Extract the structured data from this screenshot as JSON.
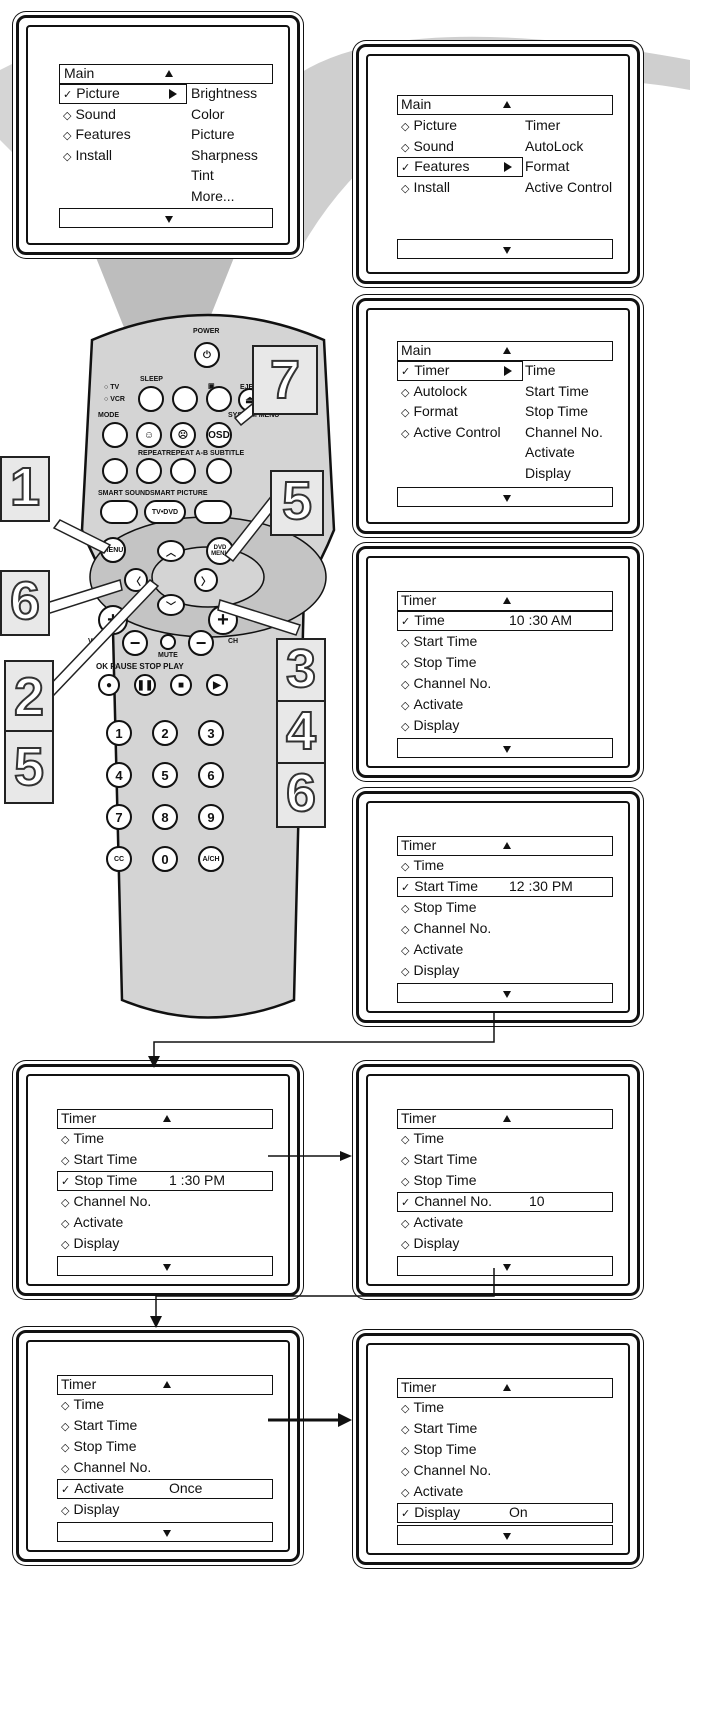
{
  "screen1": {
    "header": "Main",
    "items": [
      {
        "label": "Picture",
        "mark": "✓",
        "selected": true
      },
      {
        "label": "Sound",
        "mark": "◇",
        "selected": false
      },
      {
        "label": "Features",
        "mark": "◇",
        "selected": false
      },
      {
        "label": "Install",
        "mark": "◇",
        "selected": false
      }
    ],
    "sub": [
      "Brightness",
      "Color",
      "Picture",
      "Sharpness",
      "Tint",
      "More..."
    ]
  },
  "screen2": {
    "header": "Main",
    "items": [
      {
        "label": "Picture",
        "mark": "◇",
        "selected": false
      },
      {
        "label": "Sound",
        "mark": "◇",
        "selected": false
      },
      {
        "label": "Features",
        "mark": "✓",
        "selected": true
      },
      {
        "label": "Install",
        "mark": "◇",
        "selected": false
      }
    ],
    "sub": [
      "Timer",
      "AutoLock",
      "Format",
      "Active Control"
    ]
  },
  "screen3": {
    "header": "Main",
    "items": [
      {
        "label": "Timer",
        "mark": "✓",
        "selected": true
      },
      {
        "label": "Autolock",
        "mark": "◇",
        "selected": false
      },
      {
        "label": "Format",
        "mark": "◇",
        "selected": false
      },
      {
        "label": "Active Control",
        "mark": "◇",
        "selected": false
      }
    ],
    "sub": [
      "Time",
      "Start Time",
      "Stop Time",
      "Channel No.",
      "Activate",
      "Display"
    ]
  },
  "timer_screens": [
    {
      "header": "Timer",
      "selected_index": 0,
      "value": "10 :30 AM"
    },
    {
      "header": "Timer",
      "selected_index": 1,
      "value": "12 :30 PM"
    },
    {
      "header": "Timer",
      "selected_index": 2,
      "value": "1 :30 PM"
    },
    {
      "header": "Timer",
      "selected_index": 3,
      "value": "10"
    },
    {
      "header": "Timer",
      "selected_index": 4,
      "value": "Once"
    },
    {
      "header": "Timer",
      "selected_index": 5,
      "value": "On"
    }
  ],
  "timer_items": [
    "Time",
    "Start Time",
    "Stop Time",
    "Channel No.",
    "Activate",
    "Display"
  ],
  "steps": [
    "1",
    "6",
    "2",
    "5",
    "5",
    "7",
    "3",
    "4",
    "6"
  ],
  "remote": {
    "power": "POWER",
    "sleep": "SLEEP",
    "eject": "EJECT",
    "tv": "TV",
    "vcr": "VCR",
    "mode": "MODE",
    "system_menu": "SYSTEM MENU",
    "osd": "OSD",
    "repeat": "REPEAT",
    "repeat_ab": "REPEAT A-B",
    "subtitle": "SUBTITLE",
    "smart_sound": "SMART SOUND",
    "smart_picture": "SMART PICTURE",
    "tvdvd": "TV•DVD",
    "menu": "MENU",
    "dvd_menu": "DVD MENU",
    "vol": "VOL",
    "ch": "CH",
    "mute": "MUTE",
    "transport": "OK PAUSE STOP PLAY",
    "digits": [
      "1",
      "2",
      "3",
      "4",
      "5",
      "6",
      "7",
      "8",
      "9",
      "CC",
      "0",
      "A/CH"
    ]
  }
}
